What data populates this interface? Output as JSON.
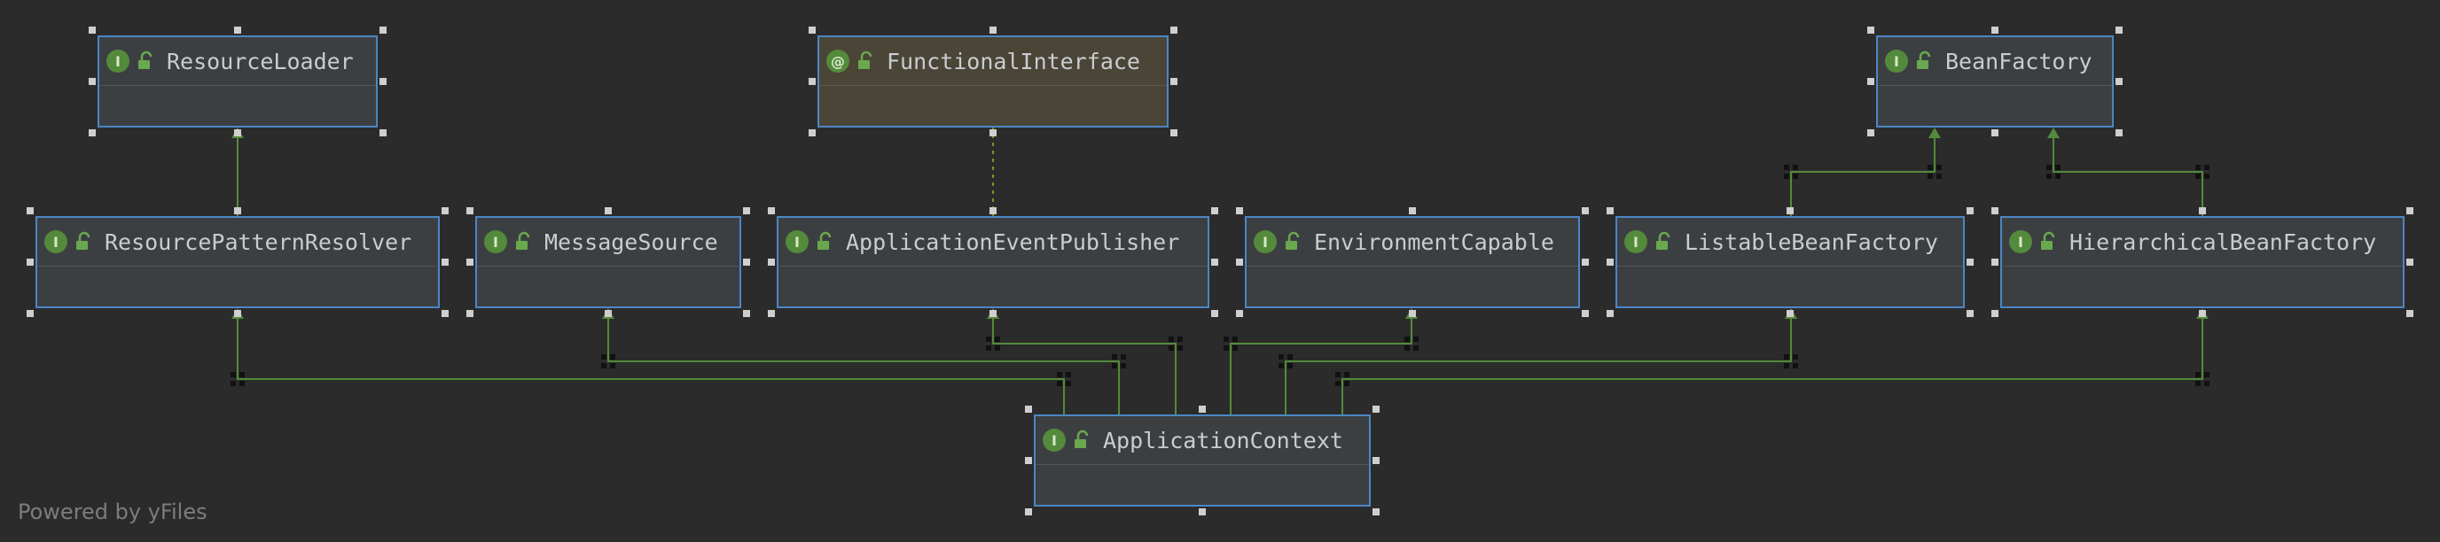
{
  "diagram": {
    "badge_interface": "I",
    "badge_annotation": "@",
    "nodes": {
      "resource_loader": {
        "label": "ResourceLoader"
      },
      "functional_interface": {
        "label": "FunctionalInterface"
      },
      "bean_factory": {
        "label": "BeanFactory"
      },
      "resource_pattern_resolver": {
        "label": "ResourcePatternResolver"
      },
      "message_source": {
        "label": "MessageSource"
      },
      "application_event_publisher": {
        "label": "ApplicationEventPublisher"
      },
      "environment_capable": {
        "label": "EnvironmentCapable"
      },
      "listable_bean_factory": {
        "label": "ListableBeanFactory"
      },
      "hierarchical_bean_factory": {
        "label": "HierarchicalBeanFactory"
      },
      "application_context": {
        "label": "ApplicationContext"
      }
    },
    "edge_color": "#548a3b",
    "annotation_edge_color": "#8a8a2e",
    "node_border_color": "#4c86c6"
  },
  "footer": {
    "powered_by": "Powered by yFiles"
  }
}
